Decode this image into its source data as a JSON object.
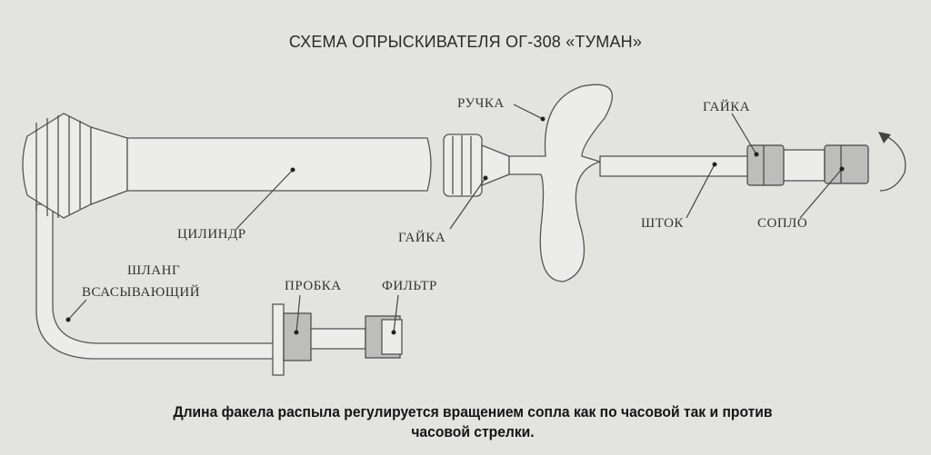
{
  "title": "СХЕМА ОПРЫСКИВАТЕЛЯ ОГ-308 «ТУМАН»",
  "labels": {
    "cylinder": "ЦИЛИНДР",
    "nut_lower": "ГАЙКА",
    "handle": "РУЧКА",
    "nut_upper": "ГАЙКА",
    "rod": "ШТОК",
    "nozzle": "СОПЛО",
    "hose_line1": "ШЛАНГ",
    "hose_line2": "ВСАСЫВАЮЩИЙ",
    "plug": "ПРОБКА",
    "filter": "ФИЛЬТР"
  },
  "caption_line1": "Длина факела распыла регулируется вращением сопла как по часовой так и против",
  "caption_line2": "часовой стрелки."
}
